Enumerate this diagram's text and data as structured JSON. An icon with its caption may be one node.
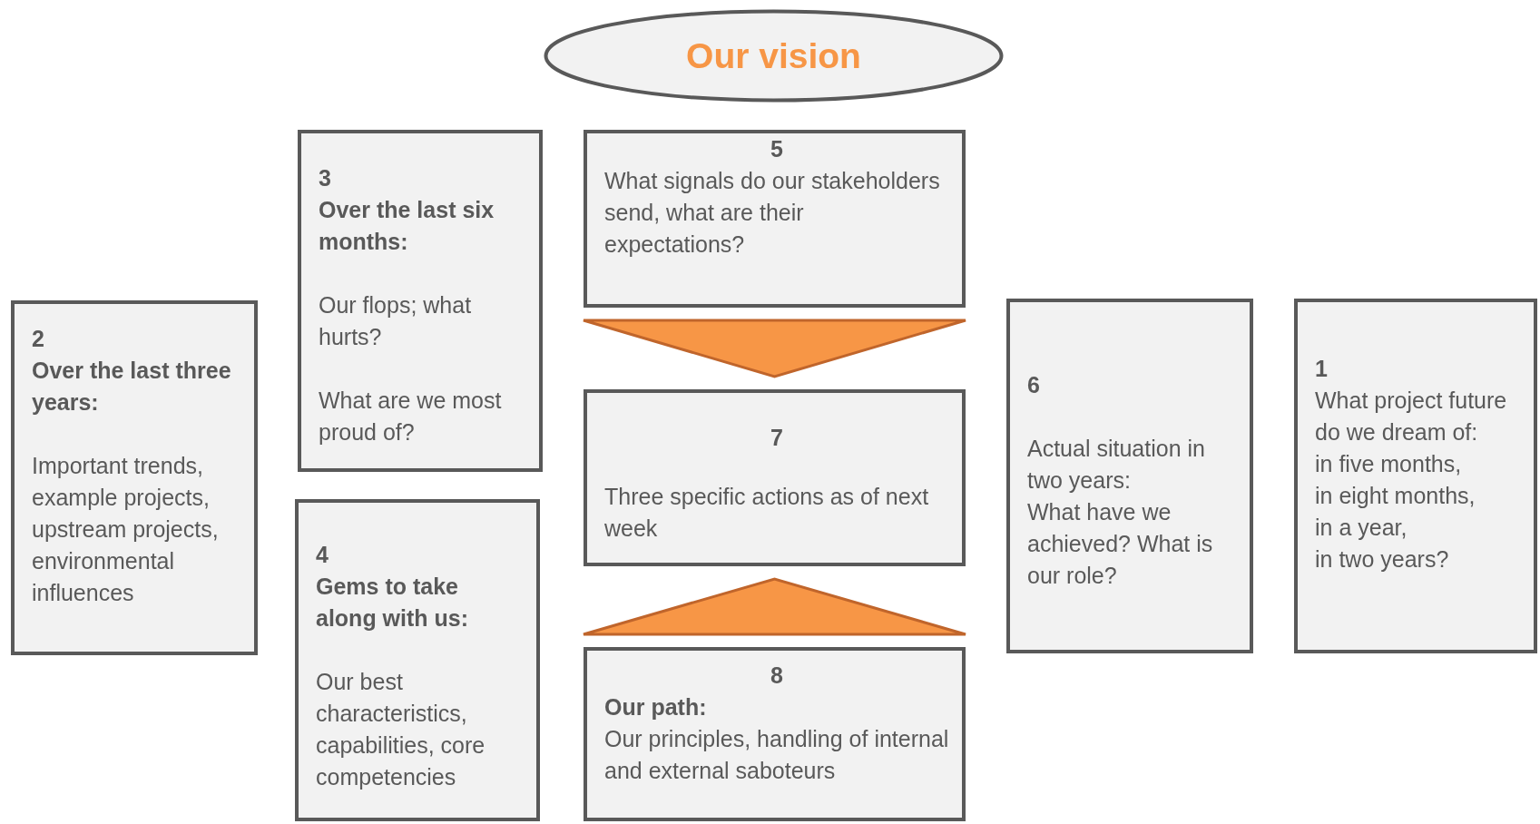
{
  "diagram": {
    "nodes": [
      {
        "text": [
          "Our vision"
        ]
      },
      {
        "text": [
          "5",
          "What signals do our stakeholders send, what are their expectations?"
        ]
      },
      {
        "text": [
          "3",
          "Over the last six months:",
          "Our flops; what hurts?",
          "What are we most proud of?"
        ]
      },
      {
        "text": [
          "2",
          "Over the last three years:",
          "Important trends, example projects, upstream projects, environmental influences"
        ]
      },
      {
        "text": [
          "6",
          "Actual situation in two years:",
          "What have we achieved? What is our role?"
        ]
      },
      {
        "text": [
          "1",
          "What project future do we dream of:",
          "in five months,",
          "in eight months,",
          "in a year,",
          "in two years?"
        ]
      },
      {
        "text": [
          "7",
          "Three specific actions as of next week"
        ]
      },
      {
        "text": [
          "4",
          "Gems to take along with us:",
          "Our best characteristics, capabilities, core competencies"
        ]
      },
      {
        "text": [
          "8",
          "Our path:",
          "Our principles, handling of internal and external saboteurs"
        ]
      }
    ],
    "edges": [
      {
        "from": 1,
        "to": 6,
        "arrow": "to"
      },
      {
        "from": 8,
        "to": 6,
        "arrow": "to"
      }
    ]
  }
}
